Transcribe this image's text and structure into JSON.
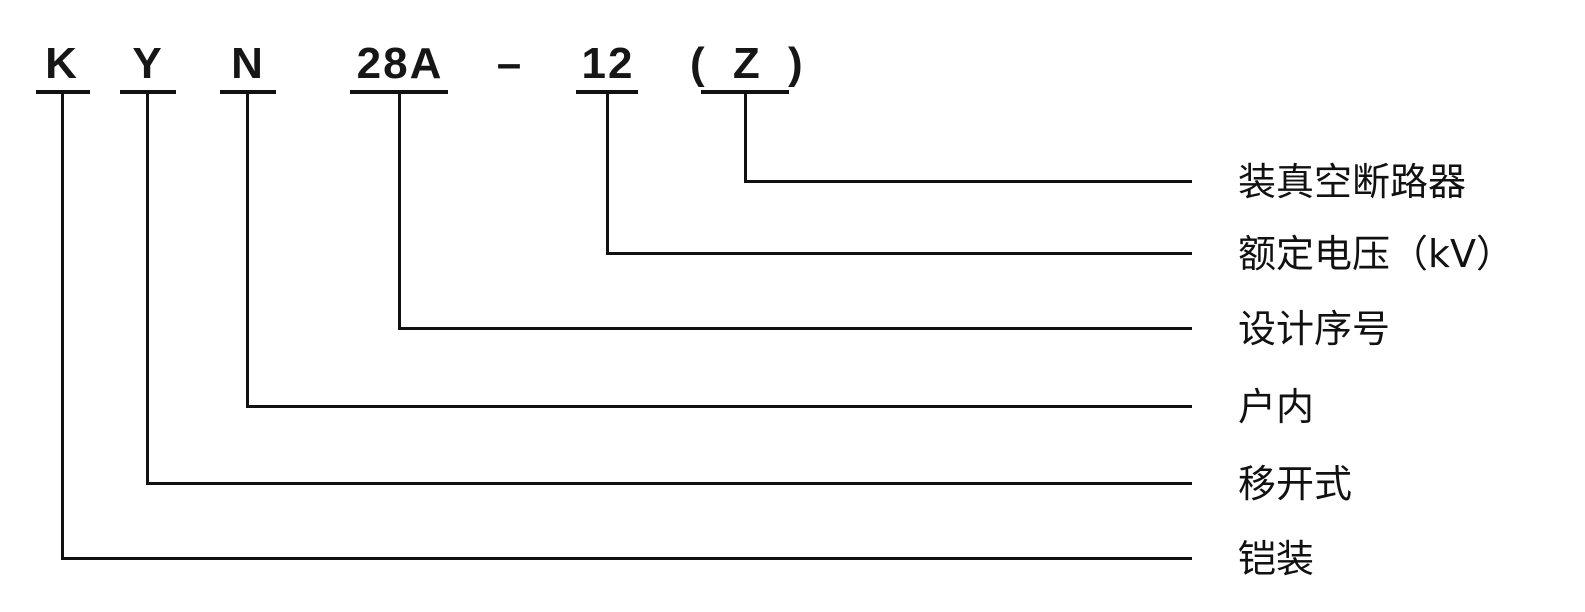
{
  "diagram": {
    "code_segments": [
      {
        "text": "K"
      },
      {
        "text": "Y"
      },
      {
        "text": "N"
      },
      {
        "text": "28A"
      },
      {
        "text": "–"
      },
      {
        "text": "12"
      },
      {
        "text": "( Z )"
      }
    ],
    "labels": [
      {
        "text": "装真空断路器"
      },
      {
        "text": "额定电压（kV）"
      },
      {
        "text": "设计序号"
      },
      {
        "text": "户内"
      },
      {
        "text": "移开式"
      },
      {
        "text": "铠装"
      }
    ],
    "line_color": "#111111"
  }
}
